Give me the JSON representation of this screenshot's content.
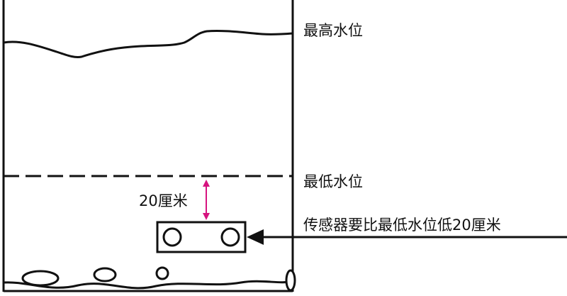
{
  "labels": {
    "max_water_level": "最高水位",
    "min_water_level": "最低水位",
    "gap": "20厘米",
    "sensor_note": "传感器要比最低水位低20厘米"
  },
  "colors": {
    "ink": "#111111",
    "arrow": "#d6137f",
    "background": "#ffffff"
  }
}
